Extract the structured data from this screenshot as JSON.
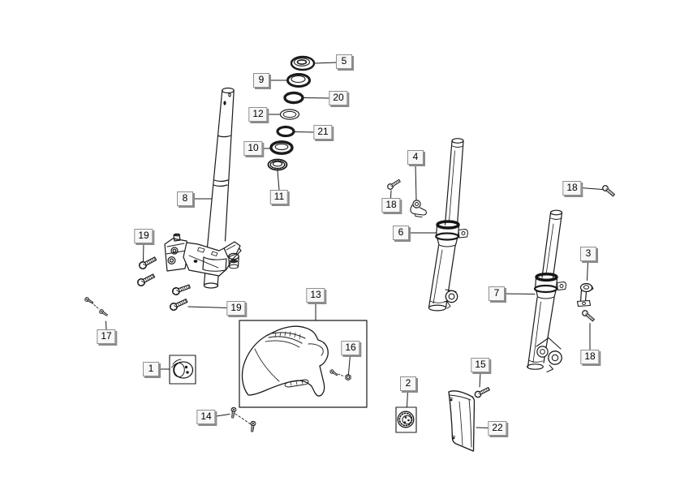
{
  "diagram": {
    "type": "exploded-parts-diagram",
    "subject": "front fork and steering column assembly",
    "background": "#ffffff",
    "line_color": "#1a1a1a",
    "callout_box": {
      "fill": "#f7f7f7",
      "border": "#8f8f8f",
      "shadow": "#8a8a8a",
      "text_color": "#000000"
    },
    "callouts": [
      {
        "label": "5"
      },
      {
        "label": "9"
      },
      {
        "label": "20"
      },
      {
        "label": "12"
      },
      {
        "label": "21"
      },
      {
        "label": "10"
      },
      {
        "label": "11"
      },
      {
        "label": "8"
      },
      {
        "label": "19"
      },
      {
        "label": "19"
      },
      {
        "label": "17"
      },
      {
        "label": "1"
      },
      {
        "label": "14"
      },
      {
        "label": "13"
      },
      {
        "label": "16"
      },
      {
        "label": "4"
      },
      {
        "label": "18"
      },
      {
        "label": "6"
      },
      {
        "label": "18"
      },
      {
        "label": "3"
      },
      {
        "label": "7"
      },
      {
        "label": "18"
      },
      {
        "label": "2"
      },
      {
        "label": "15"
      },
      {
        "label": "22"
      }
    ]
  }
}
